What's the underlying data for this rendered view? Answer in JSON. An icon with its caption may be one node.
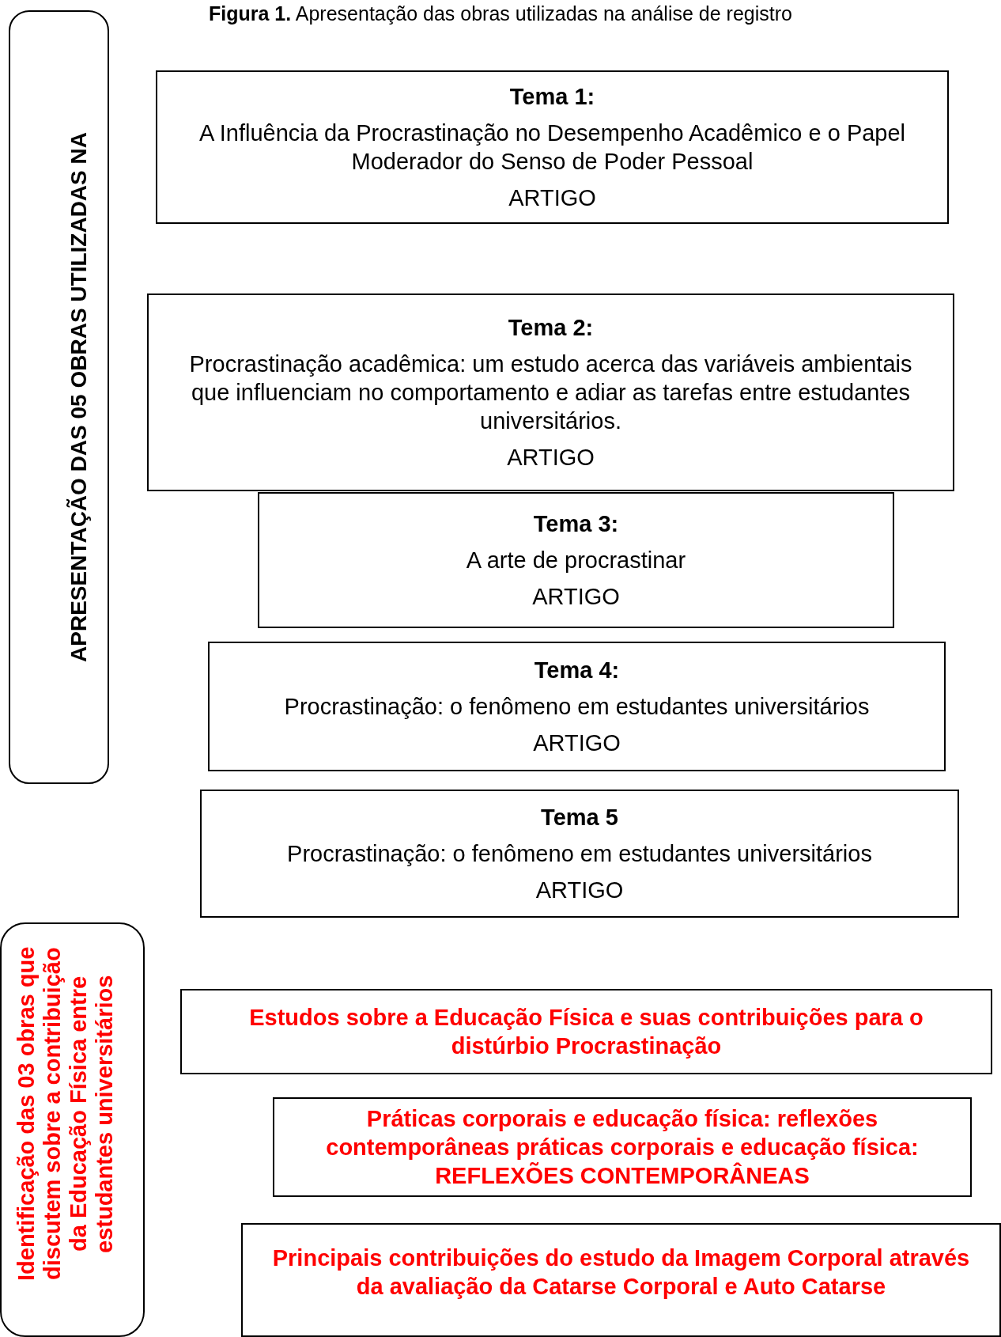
{
  "diagram": {
    "title": "**Figura 1.** Apresentação das obras utilizadas na análise de registro",
    "nodes": [
      {
        "text": [
          "APRESENTAÇÃO DAS 05 OBRAS UTILIZADAS NA"
        ]
      },
      {
        "text": [
          "Tema 1:",
          "A Influência da Procrastinação no Desempenho Acadêmico e o Papel Moderador do Senso de Poder Pessoal",
          "ARTIGO"
        ]
      },
      {
        "text": [
          "Tema 2:",
          "Procrastinação acadêmica: um estudo acerca das variáveis ambientais que influenciam no comportamento e adiar as tarefas entre estudantes universitários.",
          "ARTIGO"
        ]
      },
      {
        "text": [
          "Tema 3:",
          "A arte de procrastinar",
          "ARTIGO"
        ]
      },
      {
        "text": [
          "Tema 4:",
          "Procrastinação: o fenômeno em estudantes universitários",
          "ARTIGO"
        ]
      },
      {
        "text": [
          "Tema 5",
          "Procrastinação: o fenômeno em estudantes universitários",
          "ARTIGO"
        ]
      },
      {
        "text": [
          "Identificação das 03 obras que discutem sobre a contribuição da Educação Física entre estudantes universitários"
        ]
      },
      {
        "text": [
          "Estudos sobre a Educação Física e suas contribuições para o distúrbio Procrastinação"
        ]
      },
      {
        "text": [
          "Práticas corporais e educação física: reflexões contemporâneas práticas corporais e educação física: REFLEXÕES CONTEMPORÂNEAS"
        ]
      },
      {
        "text": [
          "Principais contribuições do estudo da Imagem Corporal através da avaliação da Catarse Corporal e Auto Catarse"
        ]
      }
    ],
    "edges": []
  }
}
